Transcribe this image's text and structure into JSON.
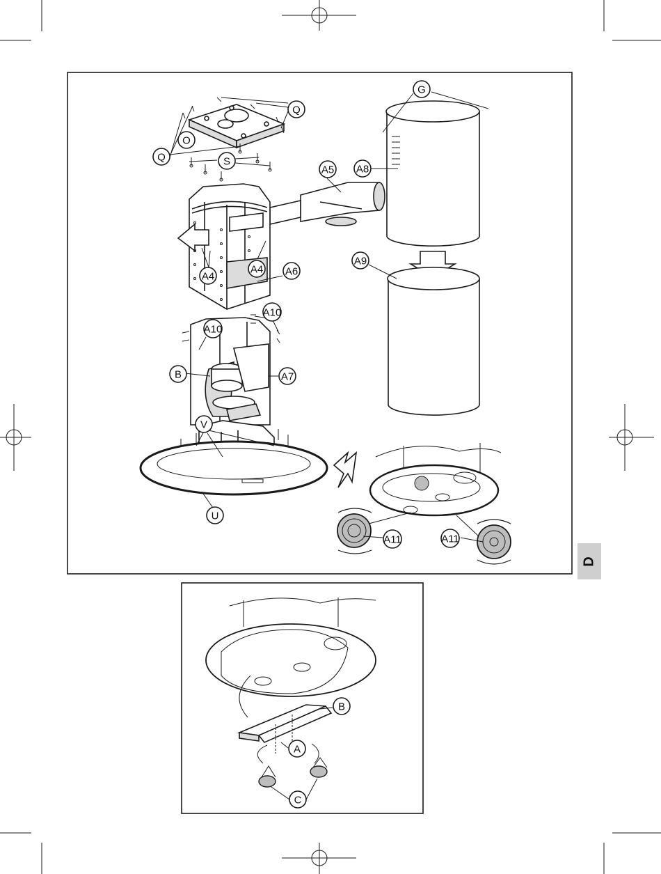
{
  "page_tab": "D",
  "top_figure": {
    "labels": {
      "G": "G",
      "Q1": "Q",
      "O": "O",
      "Q2": "Q",
      "S": "S",
      "A5": "A5",
      "A8": "A8",
      "A4a": "A4",
      "A4b": "A4",
      "A6": "A6",
      "A9": "A9",
      "A10a": "A10",
      "A10b": "A10",
      "B": "B",
      "A7": "A7",
      "V": "V",
      "U": "U",
      "A11a": "A11",
      "A11b": "A11"
    }
  },
  "bottom_figure": {
    "labels": {
      "B": "B",
      "A": "A",
      "C": "C"
    }
  }
}
